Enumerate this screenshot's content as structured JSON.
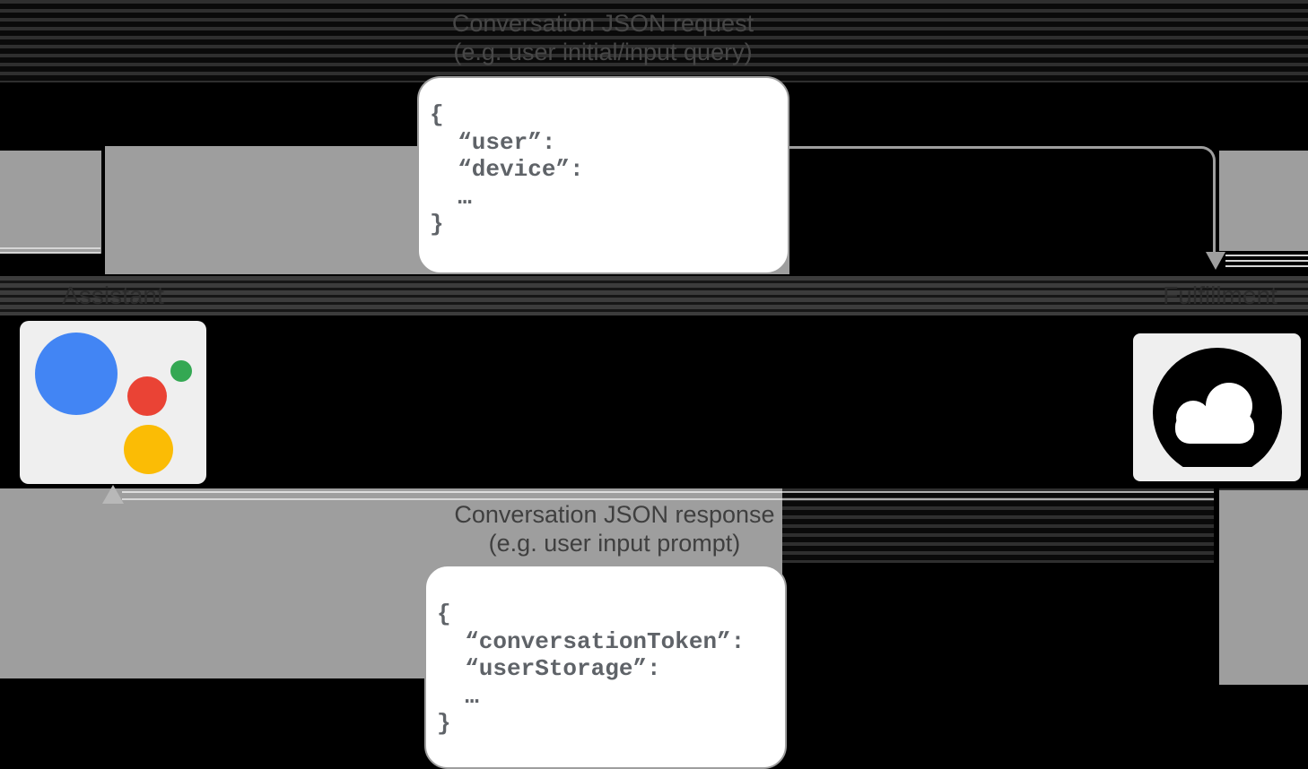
{
  "diagram": {
    "request": {
      "title": "Conversation JSON request",
      "subtitle": "(e.g. user initial/input query)",
      "code": [
        "{",
        "  “user”:",
        "  “device”:",
        "  …",
        "}"
      ]
    },
    "response": {
      "title": "Conversation JSON response",
      "subtitle": "(e.g. user input prompt)",
      "code": [
        "{",
        "  “conversationToken”:",
        "  “userStorage”:",
        "  …",
        "}"
      ]
    },
    "nodes": {
      "assistant_label": "Assistant",
      "fulfillment_label": "Fulfillment"
    },
    "colors": {
      "arrow_gray": "#9e9e9e",
      "entity_card_bg": "#efefef",
      "json_card_bg": "#ffffff",
      "code_text": "#5f6368",
      "assistant_blue": "#4285f4",
      "assistant_red": "#ea4335",
      "assistant_green": "#34a853",
      "assistant_yellow": "#fbbc05",
      "cloud_icon": "#000000"
    }
  }
}
